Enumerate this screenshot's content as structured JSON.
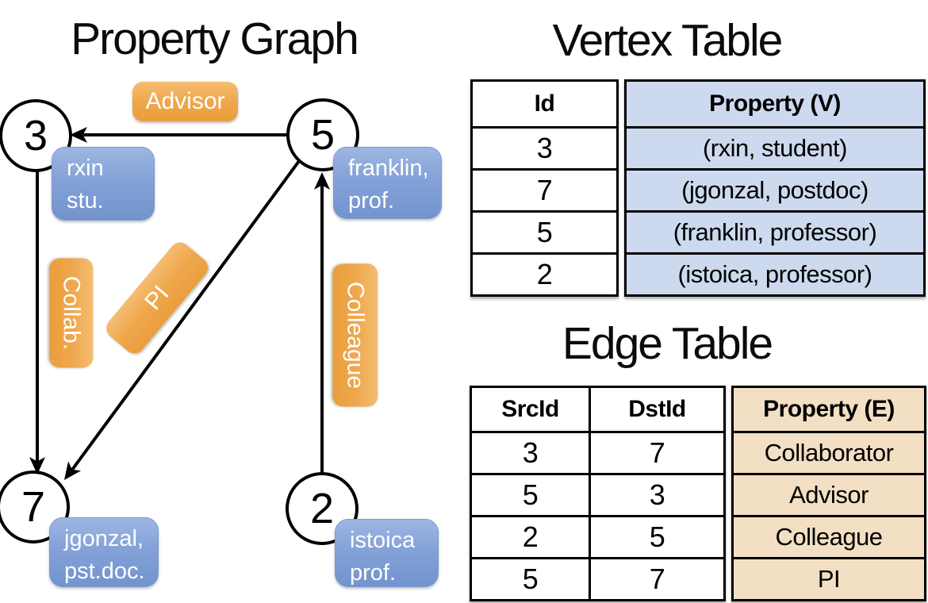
{
  "graph": {
    "title": "Property Graph",
    "nodes": {
      "n3": {
        "id": "3",
        "line1": "rxin",
        "line2": "stu."
      },
      "n5": {
        "id": "5",
        "line1": "franklin,",
        "line2": "prof."
      },
      "n7": {
        "id": "7",
        "line1": "jgonzal,",
        "line2": "pst.doc."
      },
      "n2": {
        "id": "2",
        "line1": "istoica",
        "line2": "prof."
      }
    },
    "edges": [
      {
        "src": "5",
        "dst": "3",
        "label": "Advisor"
      },
      {
        "src": "3",
        "dst": "7",
        "label": "Collab."
      },
      {
        "src": "5",
        "dst": "7",
        "label": "PI"
      },
      {
        "src": "2",
        "dst": "5",
        "label": "Colleague"
      }
    ]
  },
  "vertex_table": {
    "title": "Vertex Table",
    "columns": [
      "Id",
      "Property (V)"
    ],
    "rows": [
      [
        "3",
        "(rxin, student)"
      ],
      [
        "7",
        "(jgonzal, postdoc)"
      ],
      [
        "5",
        "(franklin, professor)"
      ],
      [
        "2",
        "(istoica, professor)"
      ]
    ]
  },
  "edge_table": {
    "title": "Edge Table",
    "columns": [
      "SrcId",
      "DstId",
      "Property (E)"
    ],
    "rows": [
      [
        "3",
        "7",
        "Collaborator"
      ],
      [
        "5",
        "3",
        "Advisor"
      ],
      [
        "2",
        "5",
        "Colleague"
      ],
      [
        "5",
        "7",
        "PI"
      ]
    ]
  },
  "colors": {
    "edge_label_orange": "#efa74c",
    "vertex_label_blue": "#84a2d8",
    "vertex_table_cell_bg": "#cdd9ee",
    "edge_table_cell_bg": "#f3dfc4",
    "line_black": "#000000"
  }
}
